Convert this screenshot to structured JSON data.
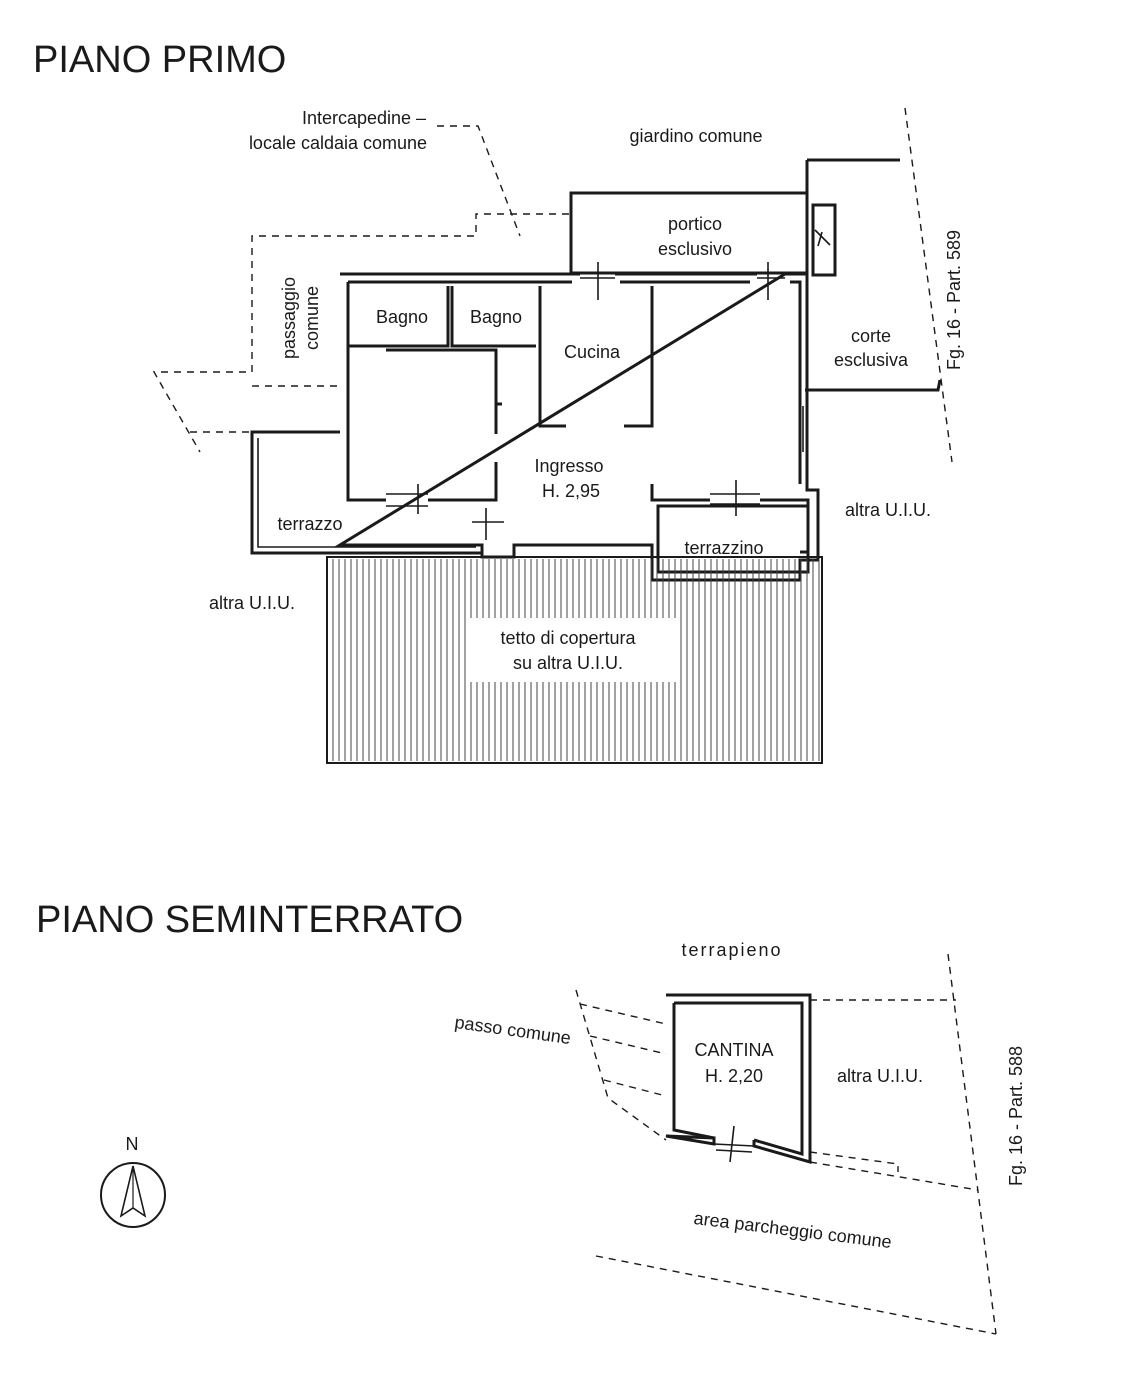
{
  "floors": {
    "first": {
      "title": "PIANO PRIMO",
      "labels": {
        "intercapedine_1": "Intercapedine –",
        "intercapedine_2": "locale caldaia comune",
        "giardino": "giardino comune",
        "portico_1": "portico",
        "portico_2": "esclusivo",
        "passaggio_1": "passaggio",
        "passaggio_2": "comune",
        "bagno_1": "Bagno",
        "bagno_2": "Bagno",
        "cucina": "Cucina",
        "corte_1": "corte",
        "corte_2": "esclusiva",
        "cadastral": "Fg. 16 - Part. 589",
        "ingresso_1": "Ingresso",
        "ingresso_2": "H. 2,95",
        "altra_uiu_right": "altra U.I.U.",
        "terrazzo": "terrazzo",
        "terrazzino": "terrazzino",
        "altra_uiu_left": "altra U.I.U.",
        "tetto_1": "tetto di copertura",
        "tetto_2": "su altra U.I.U."
      }
    },
    "basement": {
      "title": "PIANO SEMINTERRATO",
      "labels": {
        "terrapieno": "terrapieno",
        "passo": "passo comune",
        "cantina_1": "CANTINA",
        "cantina_2": "H. 2,20",
        "altra_uiu": "altra U.I.U.",
        "cadastral": "Fg. 16 - Part. 588",
        "parcheggio": "area parcheggio comune"
      }
    }
  },
  "compass": {
    "label": "N"
  }
}
